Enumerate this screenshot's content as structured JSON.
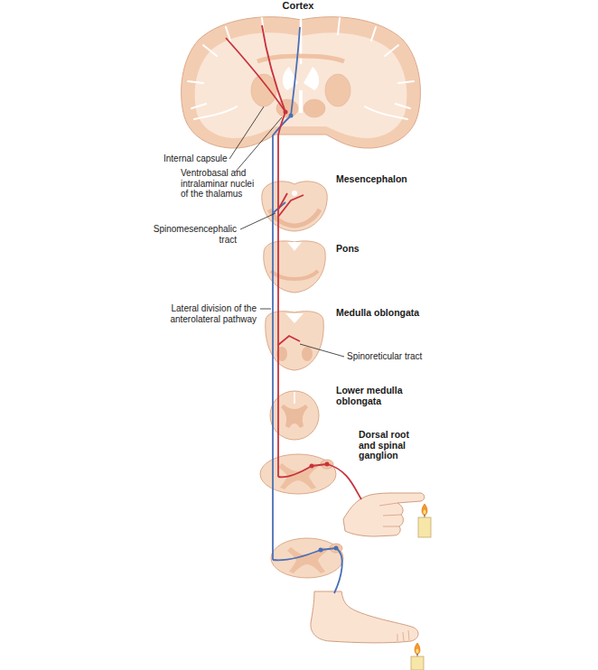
{
  "diagram": {
    "labels": [
      "Cortex",
      "Internal capsule",
      "Ventrobasal and intralaminar nuclei of the thalamus",
      "Mesencephalon",
      "Spinomesencephalic tract",
      "Pons",
      "Lateral division of the anterolateral pathway",
      "Medulla oblongata",
      "Spinoreticular tract",
      "Lower medulla oblongata",
      "Dorsal root and spinal ganglion"
    ]
  }
}
